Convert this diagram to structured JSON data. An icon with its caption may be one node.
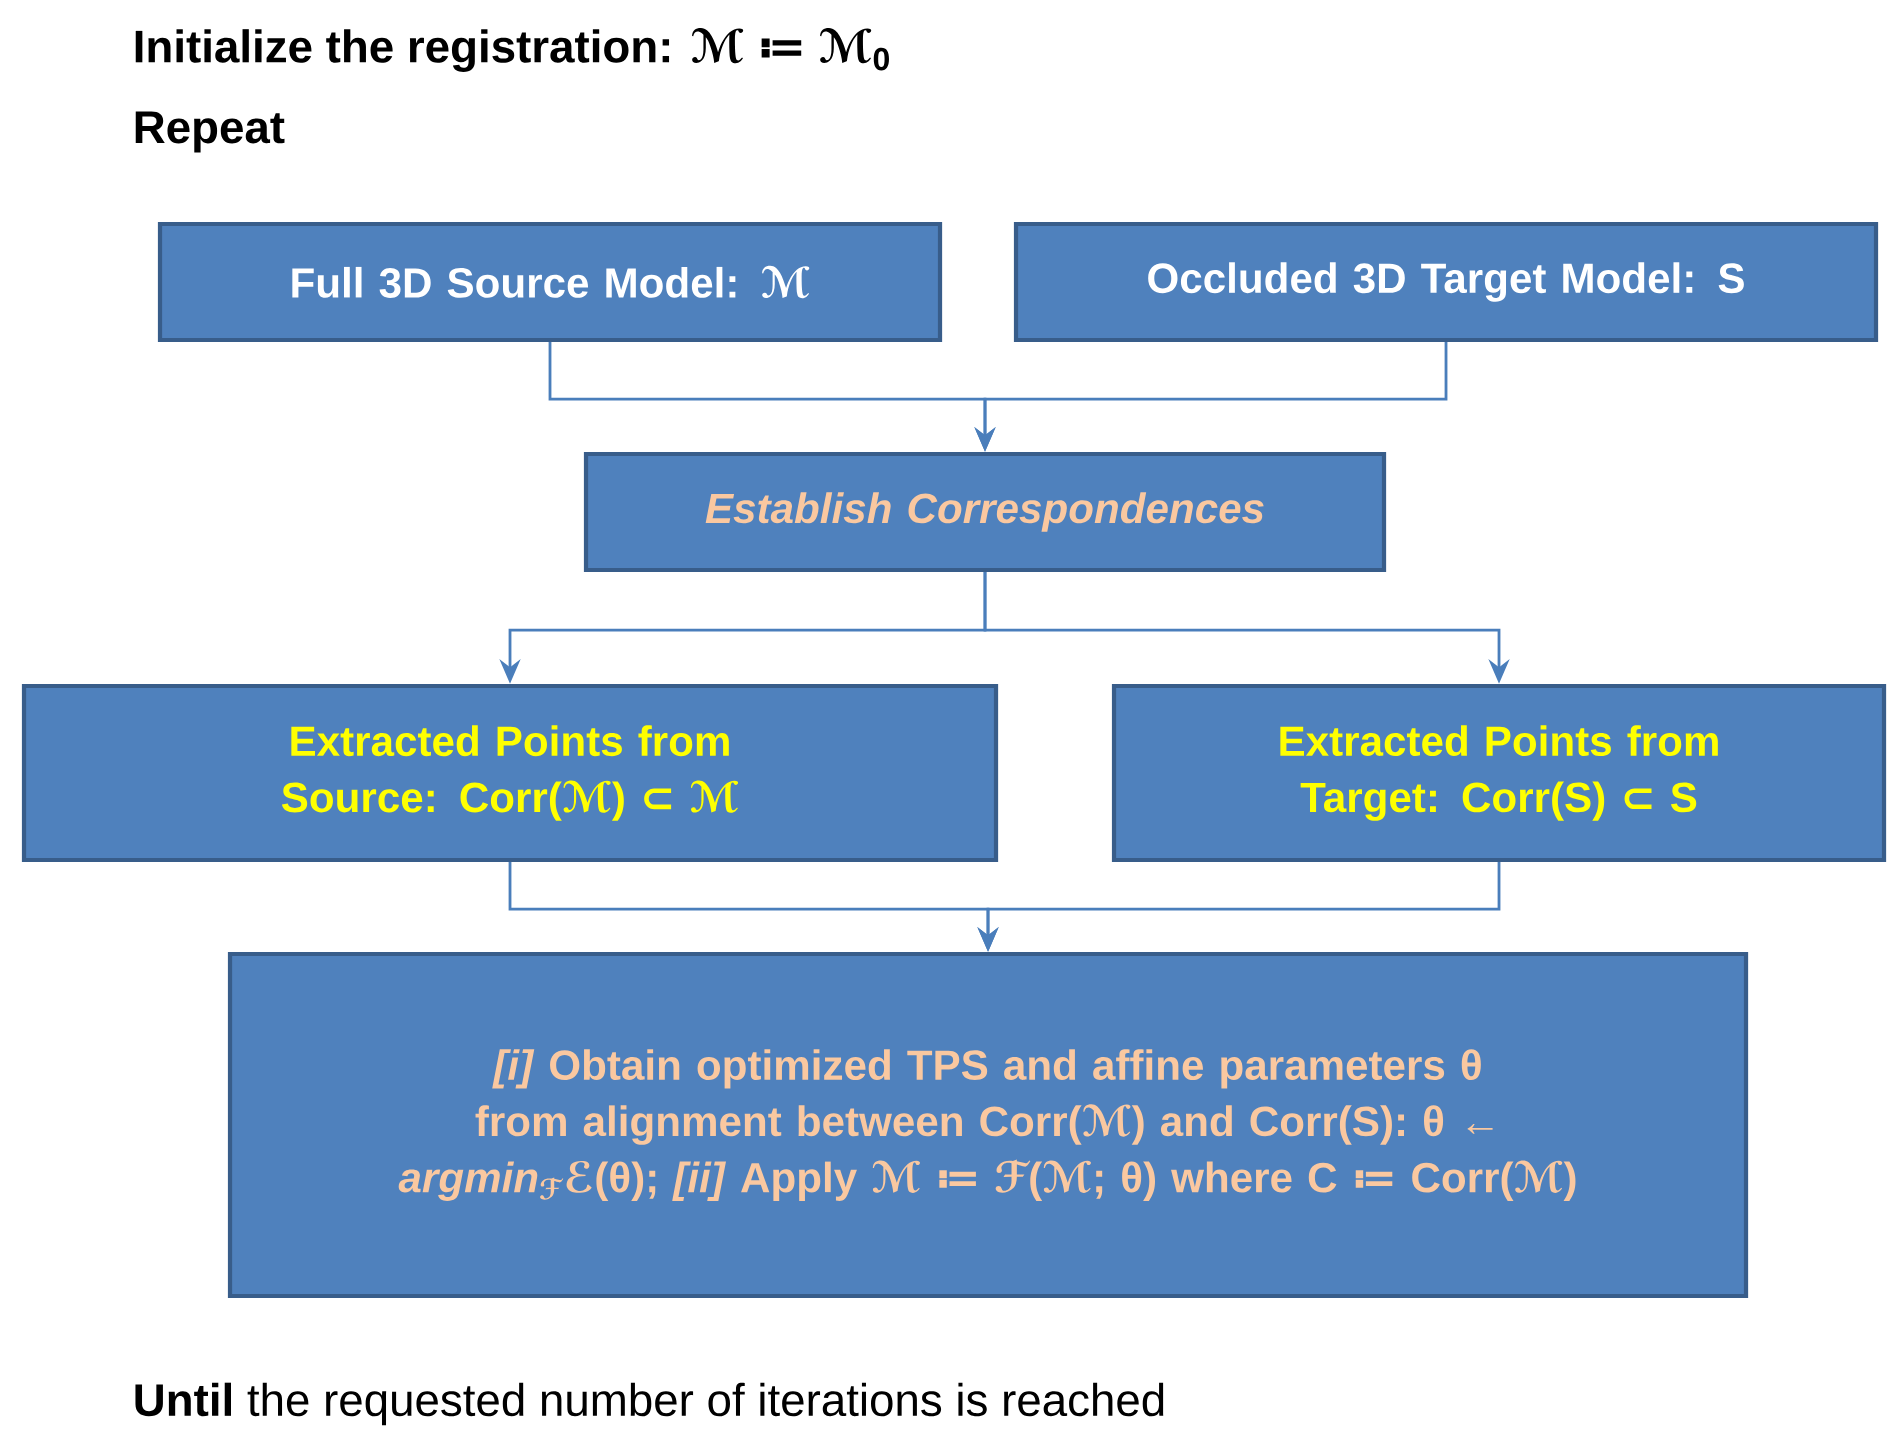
{
  "diagram": {
    "nodes": [
      {
        "text": [
          "Full 3D Source Model: ℳ"
        ]
      },
      {
        "text": [
          "Occluded 3D Target Model: S"
        ]
      },
      {
        "text": [
          "Establish Correspondences"
        ]
      },
      {
        "text": [
          "Extracted Points from Source: Corr(ℳ) ⊂ ℳ"
        ]
      },
      {
        "text": [
          "Extracted Points from Target: Corr(S) ⊂ S"
        ]
      },
      {
        "text": [
          "*[i]* Obtain optimized TPS and affine parameters θ from alignment between Corr(ℳ) and Corr(S): θ ← *argmin*$_{ℱ}$ℰ(θ); *[ii]* Apply ℳ ≔ ℱ(ℳ; θ) where C ≔ Corr(ℳ)"
        ]
      }
    ],
    "edges": [
      {
        "from": 0,
        "to": 2,
        "arrow": "to"
      },
      {
        "from": 1,
        "to": 2,
        "arrow": "to"
      },
      {
        "from": 2,
        "to": 3,
        "arrow": "to"
      },
      {
        "from": 2,
        "to": 4,
        "arrow": "to"
      },
      {
        "from": 3,
        "to": 5,
        "arrow": "to"
      },
      {
        "from": 4,
        "to": 5,
        "arrow": "to"
      }
    ],
    "labels": [
      "Initialize the registration: ℳ ≔ ℳ$_{0}$",
      "Repeat",
      "**Until** the requested number of iterations is reached"
    ]
  }
}
